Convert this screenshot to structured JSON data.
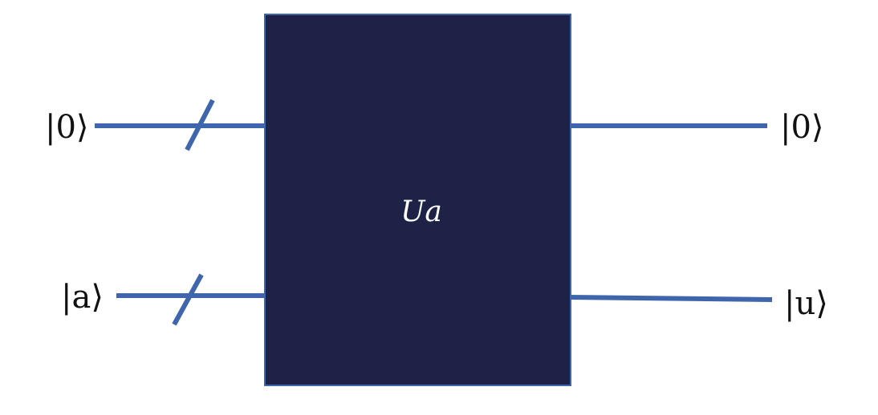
{
  "colors": {
    "wire": "#3f66ad",
    "gate_fill": "#1e2247",
    "gate_border": "#3f66ad",
    "gate_text": "#ffffff",
    "label_text": "#111111"
  },
  "gate": {
    "label": "Ua"
  },
  "inputs": [
    {
      "ket": "|0⟩"
    },
    {
      "ket": "|a⟩"
    }
  ],
  "outputs": [
    {
      "ket": "|0⟩"
    },
    {
      "ket": "|u⟩"
    }
  ]
}
